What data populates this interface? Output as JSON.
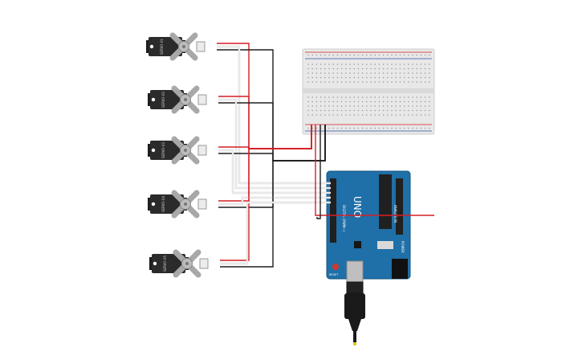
{
  "colors": {
    "wire_power": "#d61f26",
    "wire_ground": "#1e1e1e",
    "wire_signal": "#f2f2f2",
    "board_blue": "#1f6fa8",
    "board_dark": "#15577f",
    "breadboard": "#e6e6e6",
    "servo_body": "#2b2b2b",
    "servo_horn": "#a8a8a8"
  },
  "servos": [
    {
      "label": "SERVO-01"
    },
    {
      "label": "SERVO-02"
    },
    {
      "label": "SERVO-03"
    },
    {
      "label": "SERVO-04"
    },
    {
      "label": "SERVO-05"
    }
  ],
  "arduino": {
    "logo": "UNO",
    "power_label": "POWER",
    "digital_label": "DIGITAL (PWM~)",
    "analog_label": "ANALOG IN",
    "reset_label": "RESET"
  },
  "icons": {
    "usb": "usb-connector-icon",
    "reset": "reset-button-icon"
  }
}
